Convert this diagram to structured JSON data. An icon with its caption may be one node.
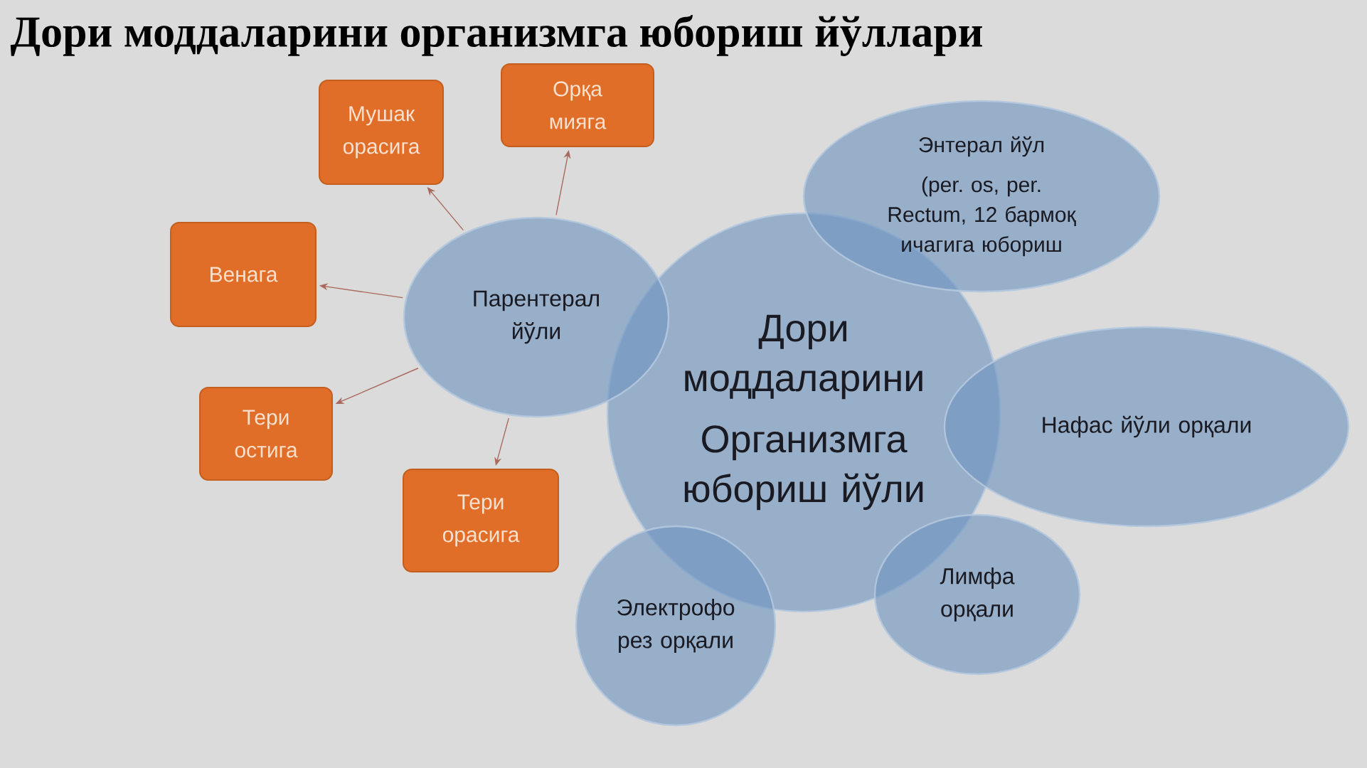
{
  "diagram": {
    "title": "Дори моддаларини организмга юбориш йўллари",
    "nodes": [
      {
        "text": [
          "Мушак орасига"
        ]
      },
      {
        "text": [
          "Орқа мияга"
        ]
      },
      {
        "text": [
          "Энтерал йўл",
          "(per. os, per. Rectum, 12 бармоқ ичагига юбориш"
        ]
      },
      {
        "text": [
          "Венага"
        ]
      },
      {
        "text": [
          "Парентерал йўли"
        ]
      },
      {
        "text": [
          "Дори моддаларини",
          "Организмга юбориш йўли"
        ]
      },
      {
        "text": [
          "Нафас йўли орқали"
        ]
      },
      {
        "text": [
          "Тери остига"
        ]
      },
      {
        "text": [
          "Тери орасига"
        ]
      },
      {
        "text": [
          "Лимфа орқали"
        ]
      },
      {
        "text": [
          "Электрофо рез орқали"
        ]
      }
    ],
    "edges": [
      {
        "from": 4,
        "to": 0,
        "arrow": "to"
      },
      {
        "from": 4,
        "to": 1,
        "arrow": "to"
      },
      {
        "from": 4,
        "to": 3,
        "arrow": "to"
      },
      {
        "from": 4,
        "to": 7,
        "arrow": "to"
      },
      {
        "from": 4,
        "to": 8,
        "arrow": "to"
      }
    ]
  }
}
